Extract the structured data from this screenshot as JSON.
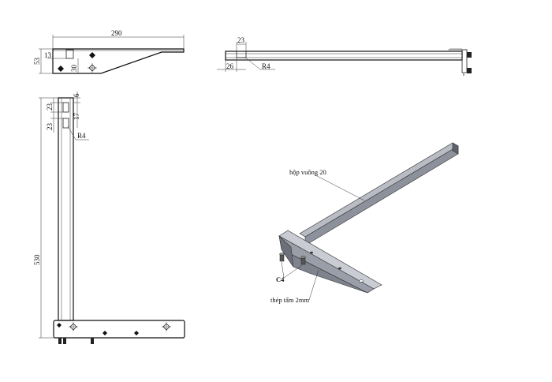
{
  "drawing": {
    "top_view": {
      "dim_width": "290",
      "dim_height": "53",
      "dim_offset": "13",
      "dim_hole_height": "30"
    },
    "side_view": {
      "dim_slot": "23",
      "dim_offset": "26",
      "dim_radius": "R4"
    },
    "front_view": {
      "dim_height": "530",
      "dim_slot_top": "23",
      "dim_slot_bottom": "23",
      "dim_right_top": "6",
      "dim_right_bottom": "17",
      "dim_radius": "R4"
    },
    "iso_view": {
      "label_tube": "hộp vuông 20",
      "label_plate": "thép tấm 2mm",
      "label_weld": "C4"
    }
  },
  "colors": {
    "line": "#222222",
    "steel_light": "#b9bcc4",
    "steel_mid": "#8d919c",
    "steel_dark": "#5d616b"
  }
}
